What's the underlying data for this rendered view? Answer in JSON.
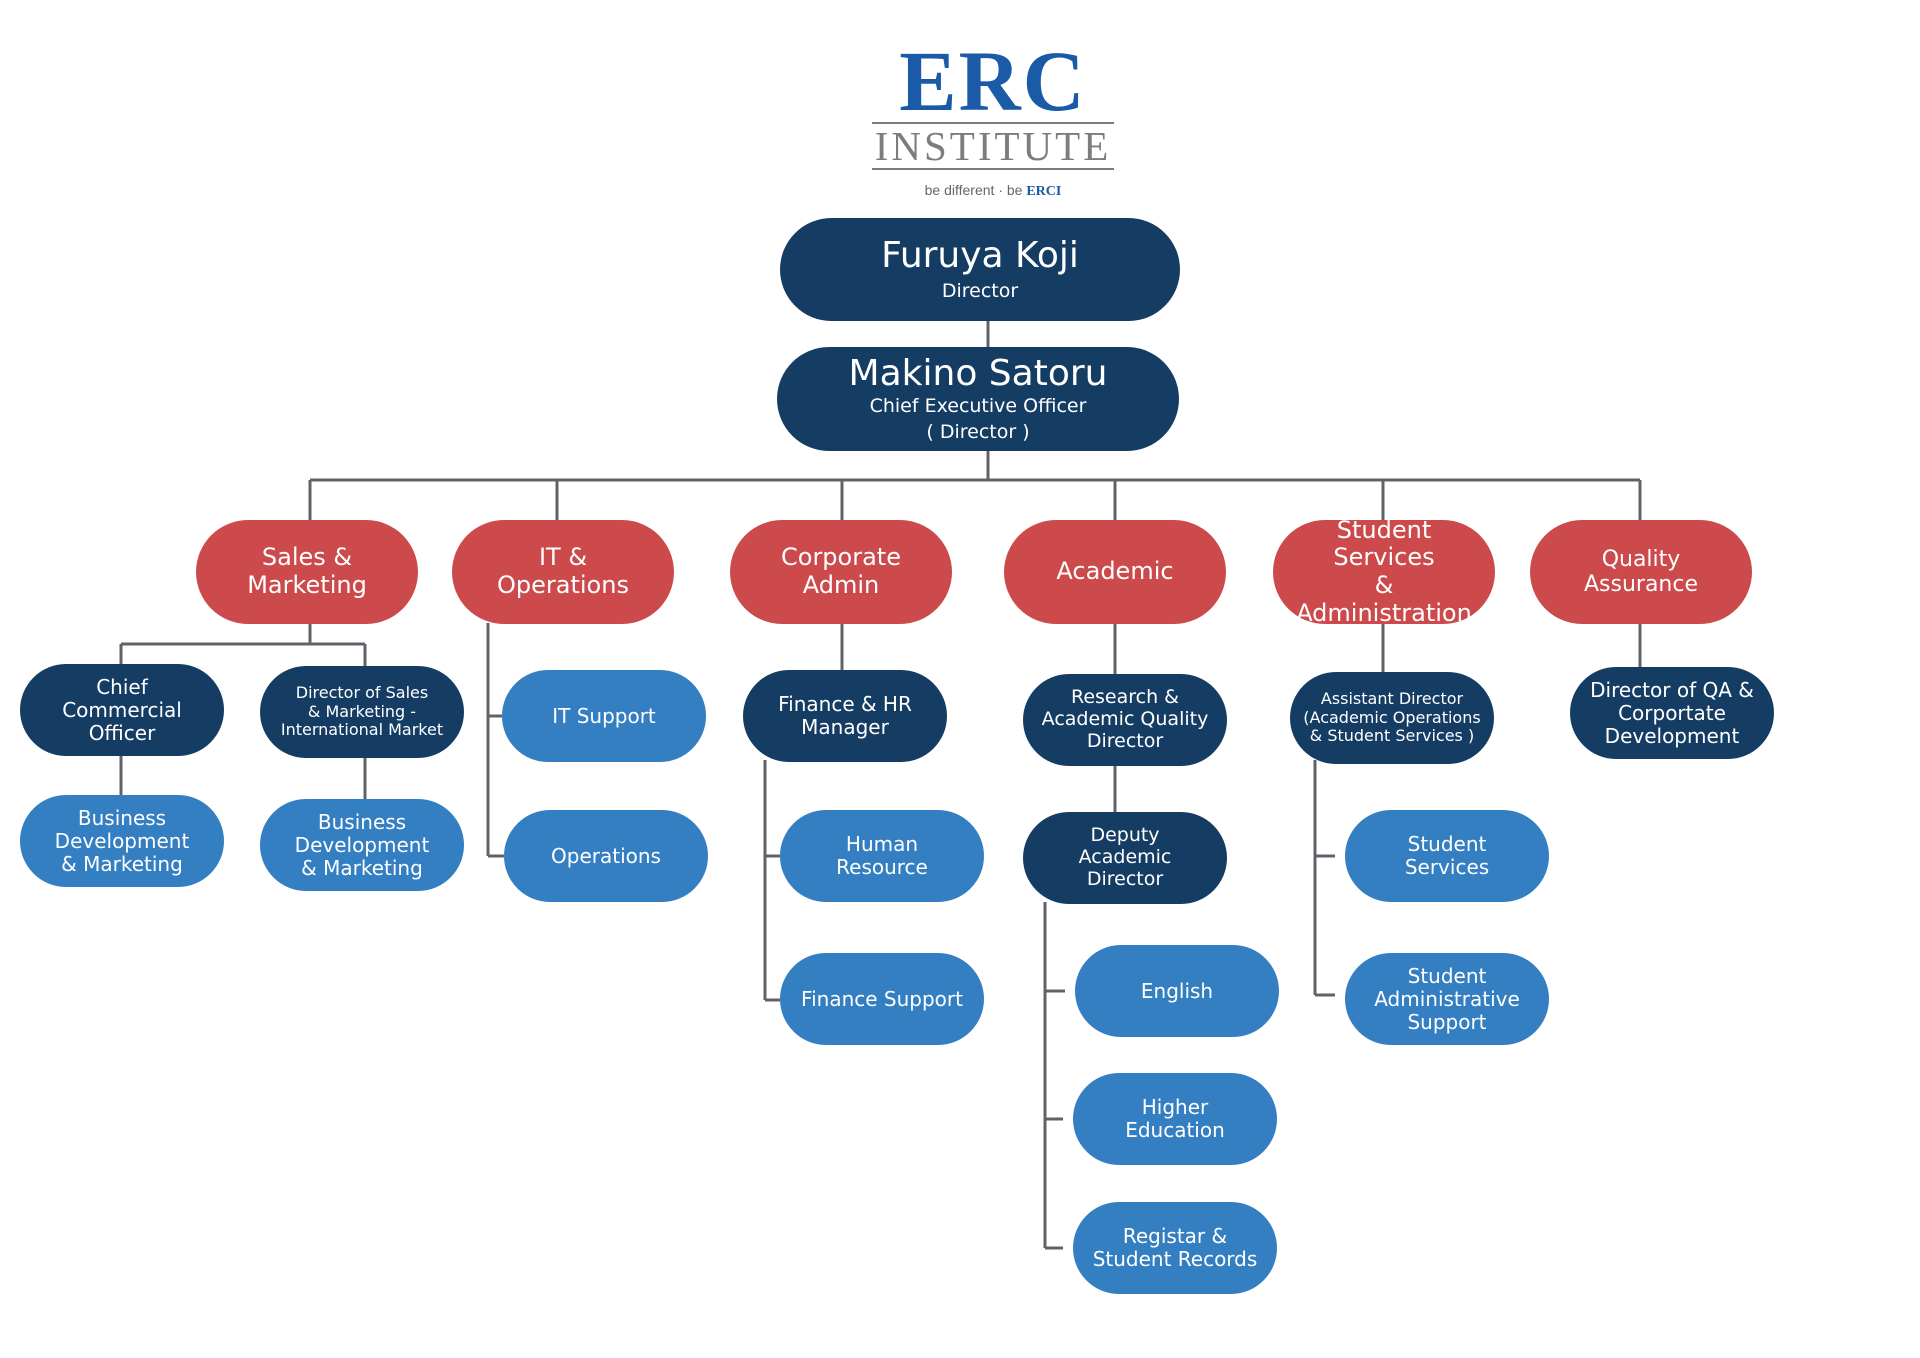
{
  "logo": {
    "name": "ERC",
    "subtitle": "INSTITUTE",
    "tagline_prefix": "be different · be ",
    "tagline_brand": "ERCI"
  },
  "colors": {
    "executive": "#153d64",
    "department": "#cc4a4c",
    "unit": "#347ec2",
    "connector": "#5f6368",
    "logo_blue": "#1a5aa6"
  },
  "chart_data": {
    "type": "org-chart",
    "title": "ERC Institute Organisational Chart",
    "root": {
      "name": "Furuya Koji",
      "role": "Director",
      "children": [
        {
          "name": "Makino Satoru",
          "role": "Chief Executive Officer",
          "role_note": "( Director )",
          "departments": [
            {
              "label": "Sales &\nMarketing",
              "children": [
                {
                  "label": "Chief\nCommercial\nOfficer",
                  "children": [
                    {
                      "label": "Business\nDevelopment\n& Marketing"
                    }
                  ]
                },
                {
                  "label": "Director of Sales\n& Marketing -\nInternational Market",
                  "children": [
                    {
                      "label": "Business\nDevelopment\n& Marketing"
                    }
                  ]
                }
              ]
            },
            {
              "label": "IT & Operations",
              "children": [
                {
                  "label": "IT Support"
                },
                {
                  "label": "Operations"
                }
              ]
            },
            {
              "label": "Corporate\nAdmin",
              "children": [
                {
                  "label": "Finance & HR\nManager",
                  "children": [
                    {
                      "label": "Human Resource"
                    },
                    {
                      "label": "Finance Support"
                    }
                  ]
                }
              ]
            },
            {
              "label": "Academic",
              "children": [
                {
                  "label": "Research &\nAcademic Quality\nDirector",
                  "children": [
                    {
                      "label": "Deputy\nAcademic\nDirector",
                      "children": [
                        {
                          "label": "English"
                        },
                        {
                          "label": "Higher\nEducation"
                        },
                        {
                          "label": "Registar &\nStudent Records"
                        }
                      ]
                    }
                  ]
                }
              ]
            },
            {
              "label": "Student Services\n& Administration",
              "children": [
                {
                  "label": "Assistant Director\n(Academic Operations\n& Student Services )",
                  "children": [
                    {
                      "label": "Student Services"
                    },
                    {
                      "label": "Student\nAdministrative\nSupport"
                    }
                  ]
                }
              ]
            },
            {
              "label": "Quality\nAssurance",
              "children": [
                {
                  "label": "Director of QA &\nCorportate\nDevelopment"
                }
              ]
            }
          ]
        }
      ]
    }
  },
  "nodes": {
    "director": {
      "name": "Furuya Koji",
      "role": "Director"
    },
    "ceo": {
      "name": "Makino Satoru",
      "role": "Chief Executive Officer",
      "note": "( Director )"
    },
    "dept_sales": "Sales &\nMarketing",
    "dept_it": "IT & Operations",
    "dept_corp": "Corporate\nAdmin",
    "dept_academic": "Academic",
    "dept_student": "Student Services\n& Administration",
    "dept_qa": "Quality\nAssurance",
    "cco": "Chief\nCommercial\nOfficer",
    "dos_intl": "Director of Sales\n& Marketing -\nInternational Market",
    "bd1": "Business\nDevelopment\n& Marketing",
    "bd2": "Business\nDevelopment\n& Marketing",
    "it_support": "IT Support",
    "operations": "Operations",
    "fin_hr_mgr": "Finance & HR\nManager",
    "human_resource": "Human Resource",
    "finance_support": "Finance Support",
    "research_dir": "Research &\nAcademic Quality\nDirector",
    "deputy_dir": "Deputy\nAcademic\nDirector",
    "english": "English",
    "higher_ed": "Higher\nEducation",
    "registrar": "Registar &\nStudent Records",
    "asst_dir": "Assistant Director\n(Academic Operations\n& Student Services )",
    "student_services": "Student Services",
    "student_admin": "Student\nAdministrative\nSupport",
    "qa_dir": "Director of QA &\nCorportate\nDevelopment"
  }
}
